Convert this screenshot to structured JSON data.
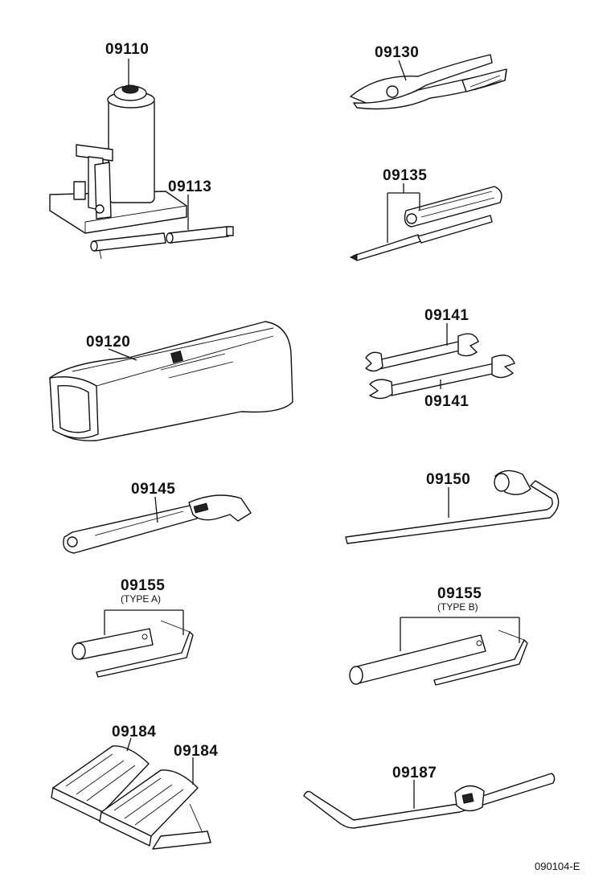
{
  "parts": {
    "jack": "09110",
    "pliers": "09130",
    "screwdriver": "09135",
    "jack_handle": "09113",
    "tool_bag": "09120",
    "wrench_top": "09141",
    "wrench_bottom": "09141",
    "adjustable_wrench": "09145",
    "lug_wrench": "09150",
    "plug_wrench_a": "09155",
    "plug_wrench_a_type": "(TYPE A)",
    "plug_wrench_b": "09155",
    "plug_wrench_b_type": "(TYPE B)",
    "wheel_chock_left": "09184",
    "wheel_chock_right": "09184",
    "jack_rod": "09187"
  },
  "diagram_code": "090104-E"
}
